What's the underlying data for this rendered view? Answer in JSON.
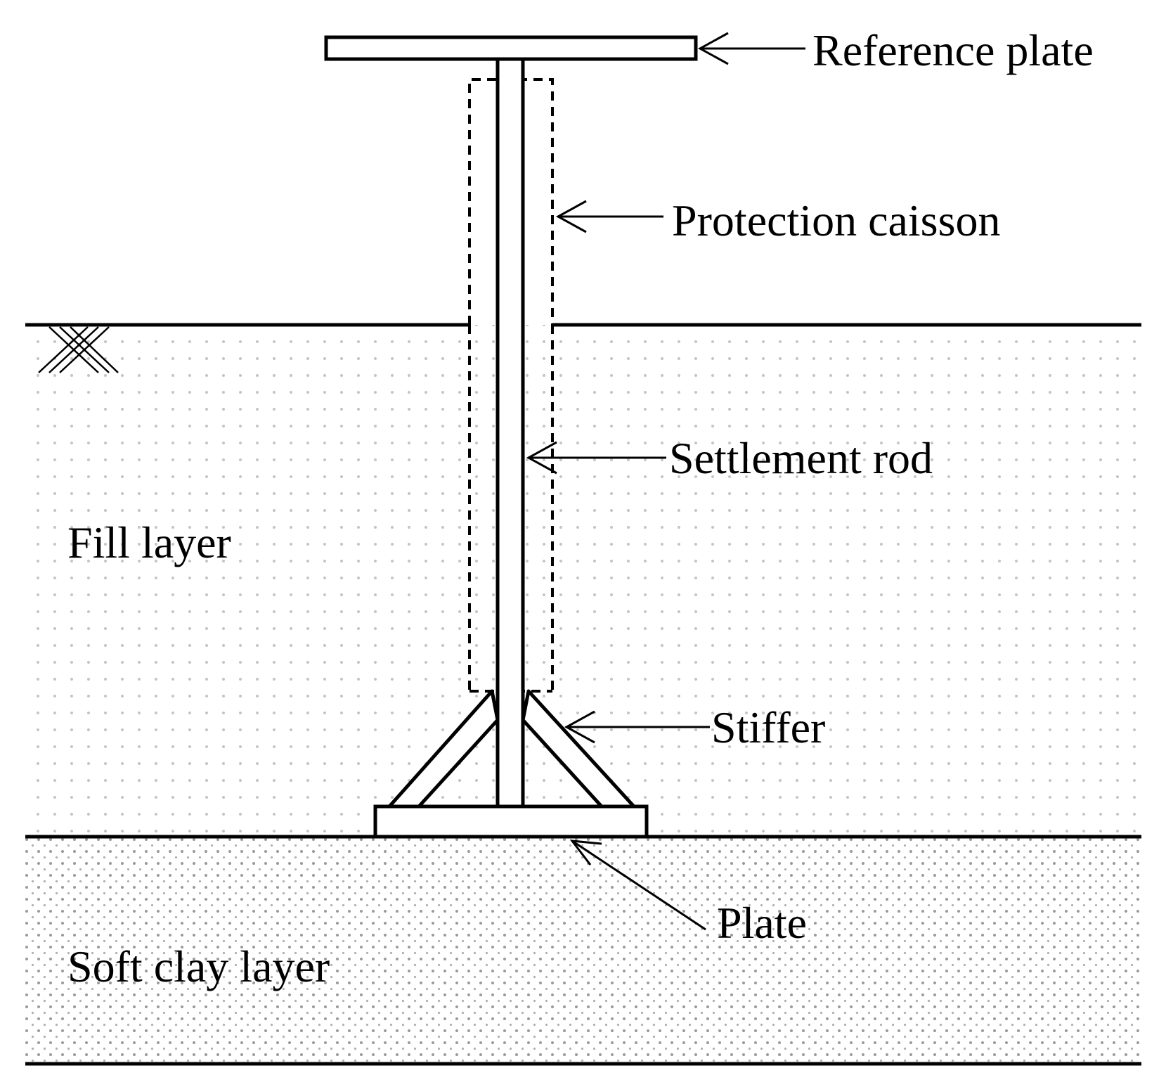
{
  "labels": {
    "reference_plate": "Reference plate",
    "protection_caisson": "Protection caisson",
    "settlement_rod": "Settlement rod",
    "stiffer": "Stiffer",
    "plate": "Plate",
    "fill_layer": "Fill layer",
    "soft_clay_layer": "Soft clay layer"
  },
  "colors": {
    "line": "#000000",
    "background": "#ffffff",
    "fill_dots": "#c4c4c4",
    "clay_dots": "#9a9a9a"
  },
  "icons": {
    "ground_surface": "ground-hatch-icon"
  }
}
